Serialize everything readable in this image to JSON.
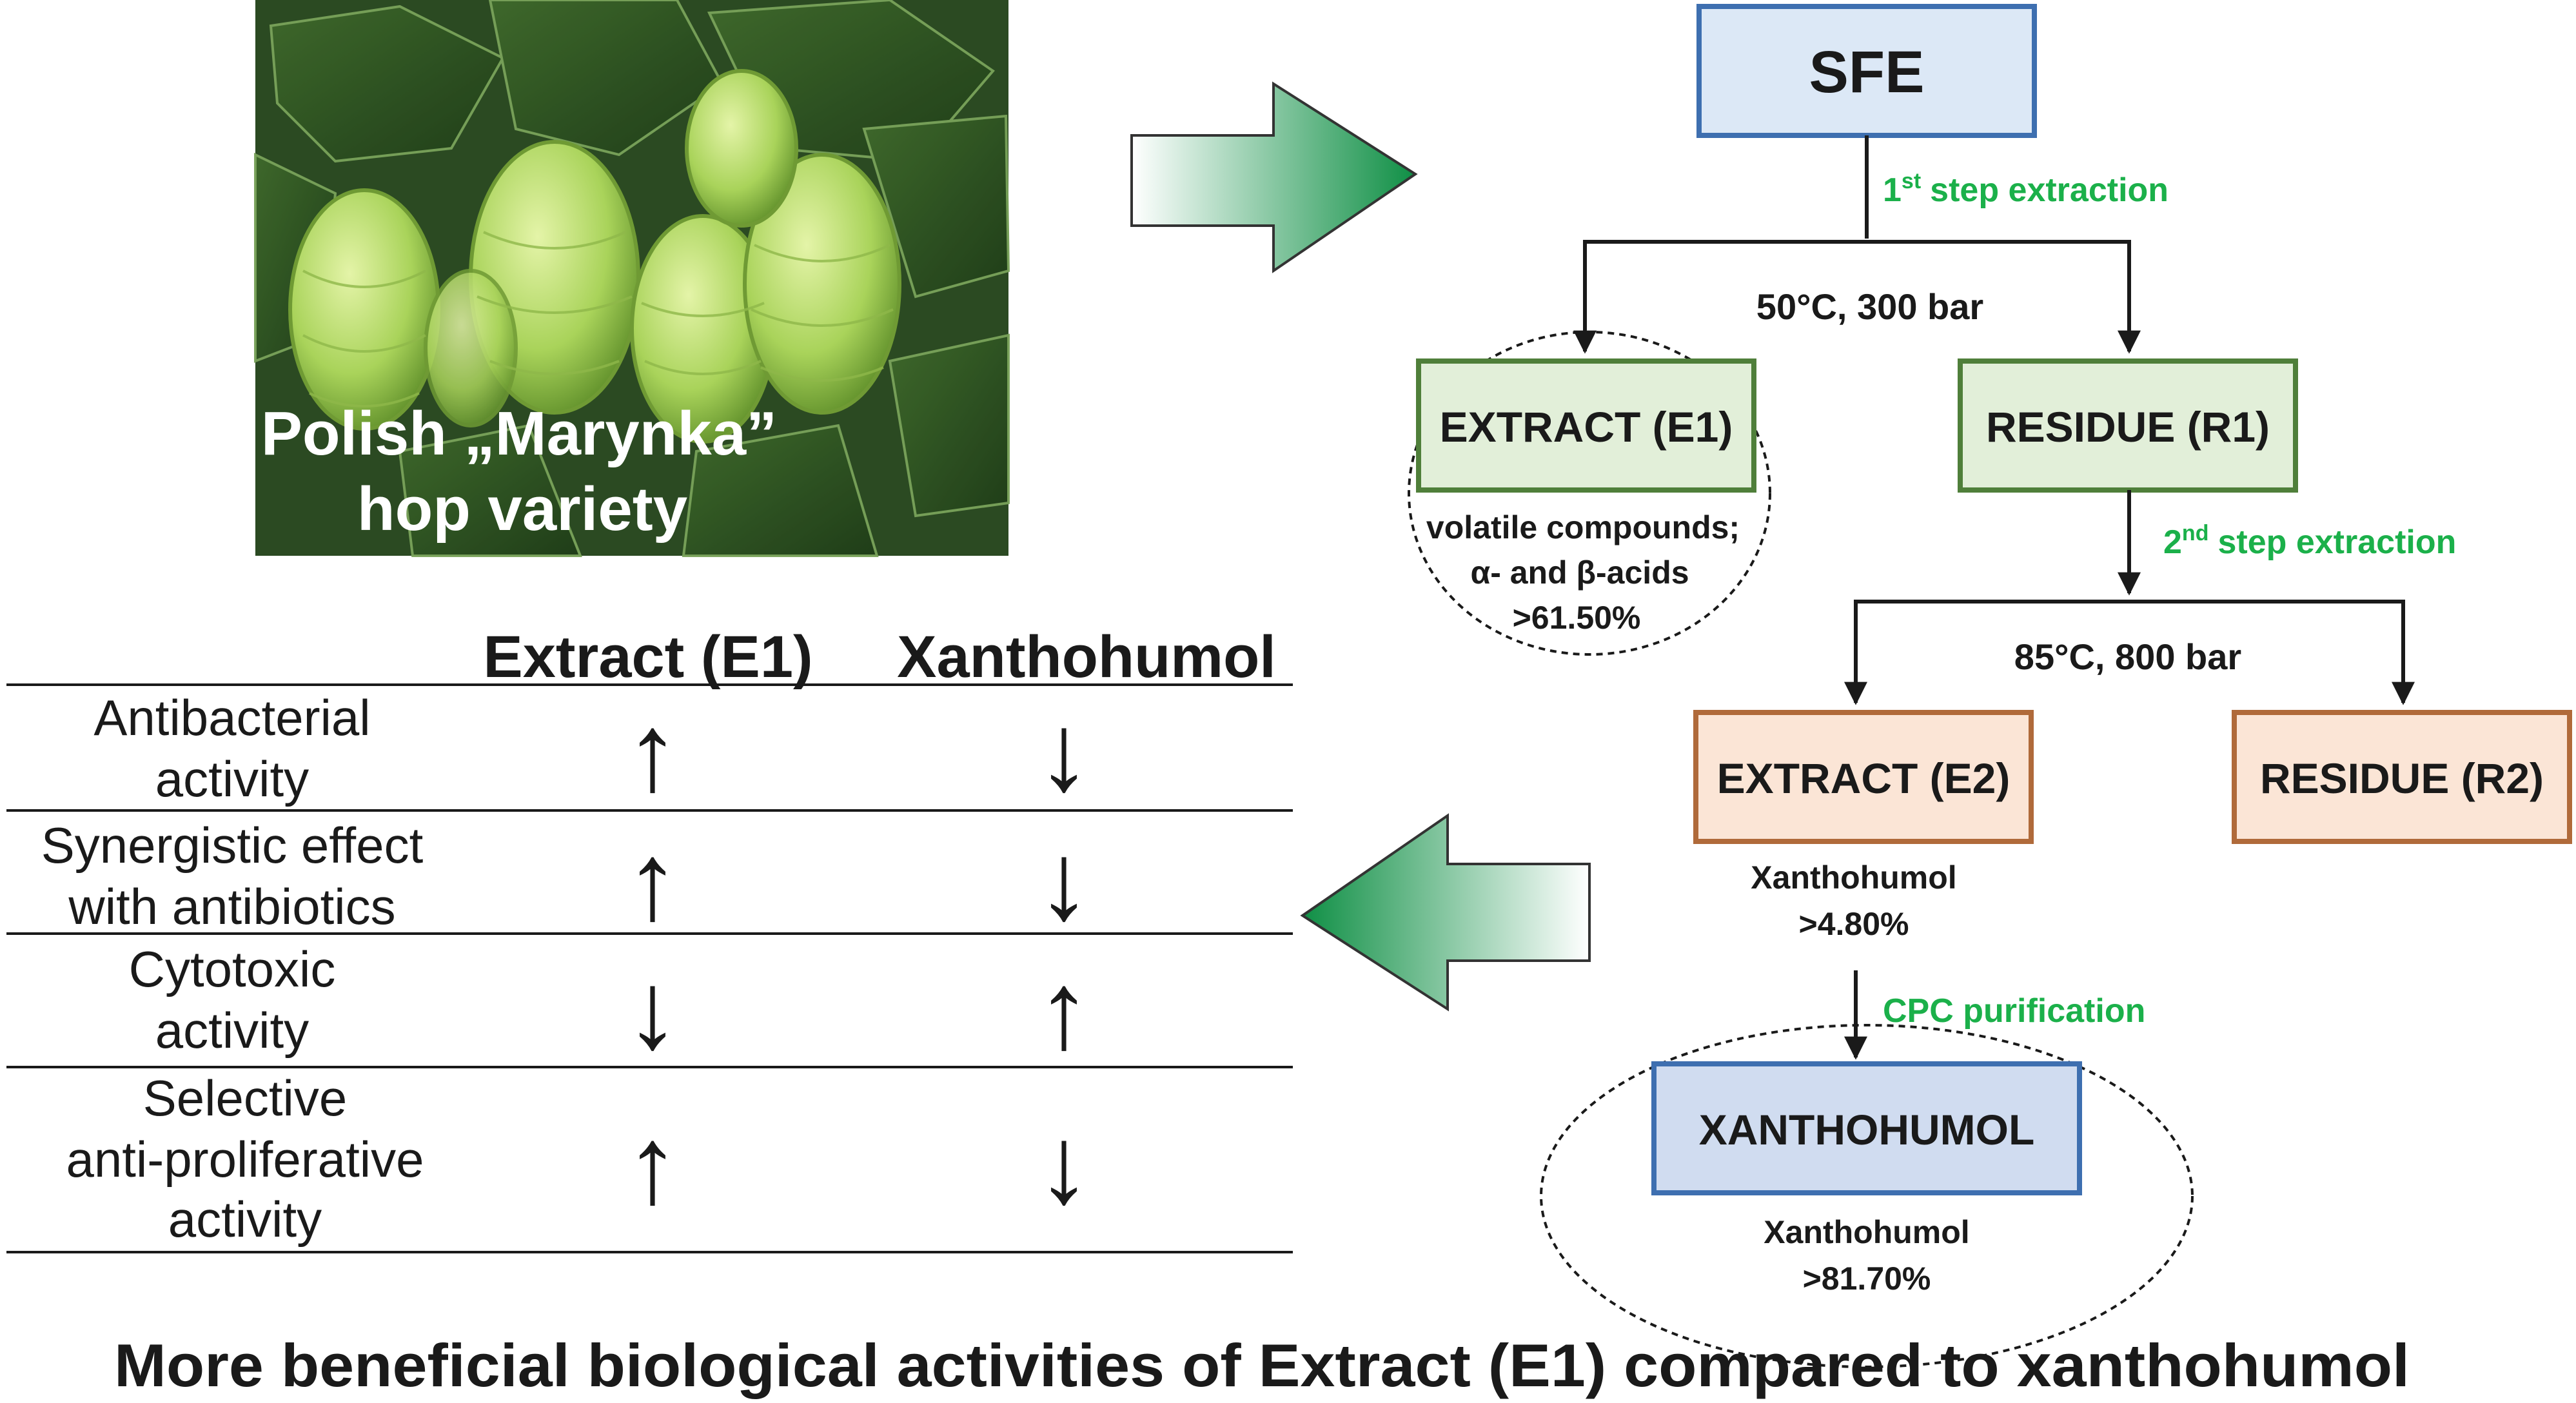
{
  "photo": {
    "caption_line1": "Polish „Marynka”",
    "caption_line2": "hop variety"
  },
  "flow": {
    "sfe": "SFE",
    "step1_label": "step extraction",
    "step1_num": "1",
    "step1_sup": "st",
    "cond1": "50°C, 300 bar",
    "extract_e1": "EXTRACT (E1)",
    "residue_r1": "RESIDUE (R1)",
    "e1_note": [
      "volatile compounds;",
      "α- and β-acids",
      ">61.50%"
    ],
    "step2_label": "step extraction",
    "step2_num": "2",
    "step2_sup": "nd",
    "cond2": "85°C, 800 bar",
    "extract_e2": "EXTRACT (E2)",
    "residue_r2": "RESIDUE (R2)",
    "e2_note": [
      "Xanthohumol",
      ">4.80%"
    ],
    "cpc_label": "CPC purification",
    "xanthohumol_box": "XANTHOHUMOL",
    "xan_note": [
      "Xanthohumol",
      ">81.70%"
    ]
  },
  "table": {
    "headers": [
      "Extract (E1)",
      "Xanthohumol"
    ],
    "rows": [
      {
        "label": [
          "Antibacterial",
          "activity"
        ],
        "e1": "↑",
        "xan": "↓"
      },
      {
        "label": [
          "Synergistic effect",
          "with antibiotics"
        ],
        "e1": "↑",
        "xan": "↓"
      },
      {
        "label": [
          "Cytotoxic",
          "activity"
        ],
        "e1": "↓",
        "xan": "↑"
      },
      {
        "label": [
          "Selective",
          "anti-proliferative",
          "activity"
        ],
        "e1": "↑",
        "xan": "↓"
      }
    ]
  },
  "conclusion": "More beneficial biological activities of Extract (E1) compared to xanthohumol",
  "colors": {
    "sfe_fill": "#dce8f6",
    "sfe_stroke": "#3e6fb0",
    "green_fill": "#e2efd9",
    "green_stroke": "#4f7f3a",
    "orange_fill": "#fbe5d6",
    "orange_stroke": "#b06a3a",
    "xan_fill": "#d0dcf0",
    "step_text": "#1bb04a",
    "arrow_dark": "#0f8f45",
    "arrow_light": "#ffffff"
  }
}
